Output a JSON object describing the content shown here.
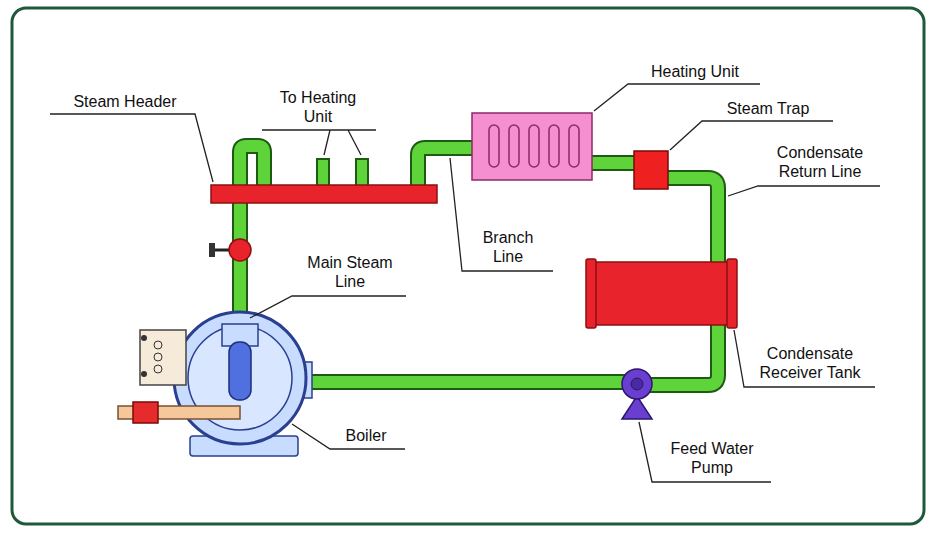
{
  "diagram": {
    "labels": [
      "Steam Header",
      "To Heating Unit",
      "Heating Unit",
      "Steam Trap",
      "Condensate Return Line",
      "Branch Line",
      "Main Steam Line",
      "Condensate Receiver Tank",
      "Boiler",
      "Feed Water Pump"
    ]
  }
}
